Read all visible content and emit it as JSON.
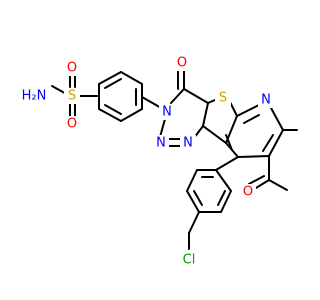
{
  "colors": {
    "bond": "#000000",
    "carbon": "#000000",
    "oxygen": "#ff0000",
    "nitrogen": "#0000ff",
    "sulfur": "#c8a800",
    "chlorine": "#00a000"
  },
  "atoms": {
    "h2n_label": "H₂N",
    "s_sulfonyl_label": "S",
    "o_sulfonyl_top_label": "O",
    "o_sulfonyl_bottom_label": "O",
    "n_triazinone_label": "N",
    "o_carbonyl_label": "O",
    "s_thiophene_label": "S",
    "n_pyridine_label": "N",
    "n_azo_1_label": "N",
    "n_azo_2_label": "N",
    "o_acetyl_label": "O",
    "cl_label": "Cl"
  }
}
